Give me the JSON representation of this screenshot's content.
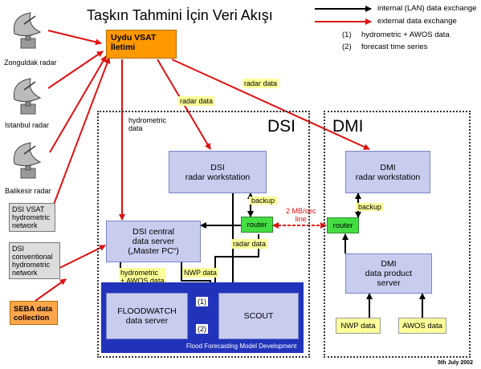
{
  "title": "Taşkın Tahmini İçin Veri Akışı",
  "legend": {
    "internal": "internal (LAN) data exchange",
    "external": "external data exchange",
    "item1_key": "(1)",
    "item1_text": "hydrometric + AWOS data",
    "item2_key": "(2)",
    "item2_text": "forecast time series"
  },
  "colors": {
    "external": "#e01010",
    "internal": "#000000",
    "vsat": "#ff9900",
    "router": "#44dd44",
    "box": "#c8cdf0",
    "ffm": "#2233bb"
  },
  "radars": [
    "Zonguldak radar",
    "Istanbul radar",
    "Balikesir radar"
  ],
  "vsat": [
    "Uydu VSAT",
    "İletimi"
  ],
  "dsi_vsat_network": [
    "DSI VSAT",
    "hydrometric",
    "network"
  ],
  "dsi_conventional": [
    "DSI",
    "conventional",
    "hydrometric",
    "network"
  ],
  "seba": [
    "SEBA data",
    "collection"
  ],
  "regions": {
    "dsi": "DSI",
    "dmi": "DMI"
  },
  "dsi_radar_ws": [
    "DSI",
    "radar workstation"
  ],
  "dmi_radar_ws": [
    "DMI",
    "radar workstation"
  ],
  "dsi_central": [
    "DSI central",
    "data server",
    "(„Master PC“)"
  ],
  "dmi_product": [
    "DMI",
    "data product",
    "server"
  ],
  "router_label": "router",
  "backup_label": "backup",
  "line_label": [
    "2 MB/sec",
    "line"
  ],
  "radar_data": "radar data",
  "hydrometric_data": [
    "hydrometric",
    "data"
  ],
  "hydro_awos": [
    "hydrometric",
    "+ AWOS data"
  ],
  "nwp_data": "NWP data",
  "awos_data": "AWOS data",
  "floodwatch": [
    "FLOODWATCH",
    "data server"
  ],
  "scout": "SCOUT",
  "marker1": "(1)",
  "marker2": "(2)",
  "ffm_caption": "Flood Forecasting Model Development",
  "footer": "5th July 2002"
}
